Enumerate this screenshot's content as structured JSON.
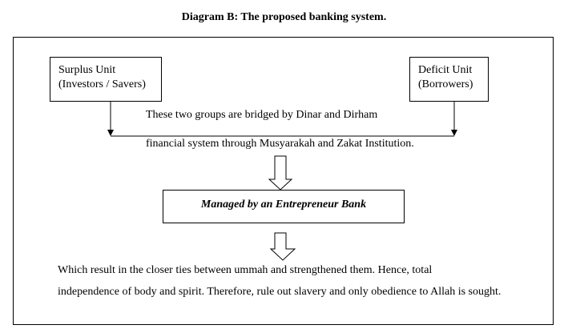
{
  "title": "Diagram B: The proposed banking system.",
  "surplus_unit": {
    "line1": "Surplus Unit",
    "line2": "(Investors / Savers)"
  },
  "deficit_unit": {
    "line1": "Deficit Unit",
    "line2": "(Borrowers)"
  },
  "bridge_text": {
    "line1": "These two groups are bridged by Dinar and Dirham",
    "line2": "financial system through Musyarakah and Zakat Institution."
  },
  "bank_box": "Managed by an Entrepreneur Bank",
  "result_text": {
    "line1": "Which result in the closer ties between ummah and strengthened them. Hence, total",
    "line2": "independence of body and spirit. Therefore, rule out slavery and only obedience to Allah is sought."
  }
}
